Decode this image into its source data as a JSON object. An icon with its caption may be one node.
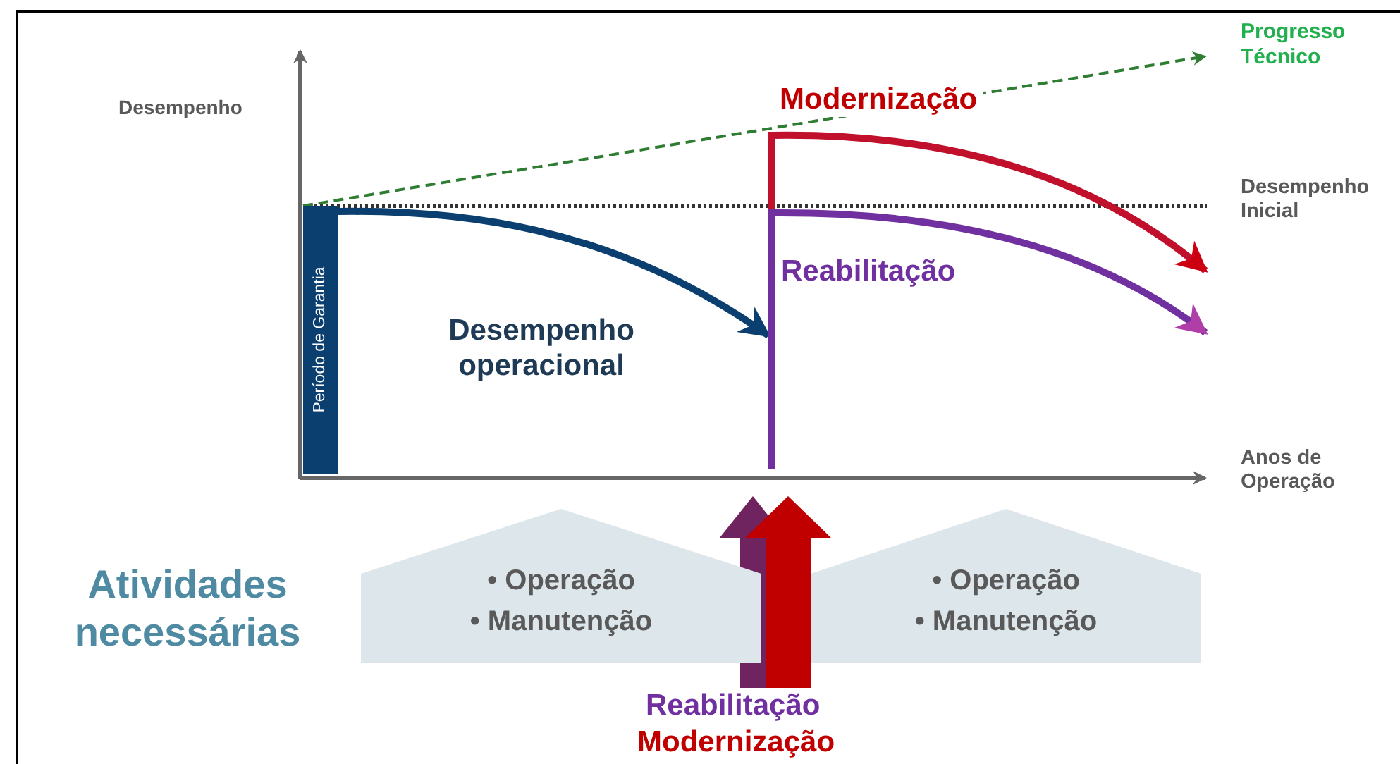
{
  "diagram": {
    "nodes": [
      {
        "text": [
          "Período de Garantia"
        ]
      },
      {
        "text": [
          "• Operação",
          "• Manutenção"
        ]
      },
      {
        "text": [
          "• Operação",
          "• Manutenção"
        ]
      },
      {
        "text": [
          "Reabilitação",
          "Modernização"
        ]
      }
    ],
    "edges": [
      {
        "from": 3,
        "to": null,
        "arrow": "to",
        "color": "#70245f"
      },
      {
        "from": 3,
        "to": null,
        "arrow": "to",
        "color": "#c00000"
      }
    ],
    "labels": [
      "Progresso Técnico",
      "Desempenho",
      "Modernização",
      "Desempenho Inicial",
      "Reabilitação",
      "Desempenho operacional",
      "Anos de Operação",
      "Atividades necessárias"
    ]
  }
}
